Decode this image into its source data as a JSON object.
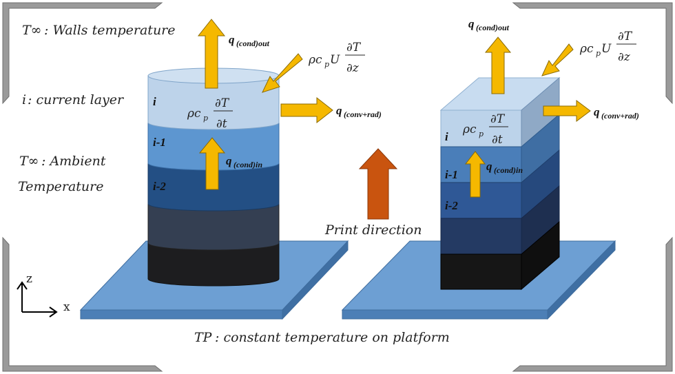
{
  "legend": {
    "walls_sym": "T∞",
    "walls_text": ": Walls temperature",
    "layer_sym": "i",
    "layer_text": ": current layer",
    "ambient_sym": "T∞",
    "ambient_text": ": Ambient",
    "ambient_text2": "Temperature",
    "platform_sym": "TP",
    "platform_text": ": constant temperature on platform",
    "print_direction": "Print direction"
  },
  "left_model": {
    "layers": [
      "i",
      "i-1",
      "i-2"
    ],
    "q_out": "q",
    "q_out_sub": "(cond)out",
    "q_in": "q",
    "q_in_sub": "(cond)in",
    "q_conv": "q",
    "q_conv_sub": "(conv+rad)",
    "storage_term": "ρcp ∂T/∂t",
    "advection_term": "ρcpU ∂T/∂z"
  },
  "right_model": {
    "layers": [
      "i",
      "i-1",
      "i-2"
    ],
    "q_out": "q",
    "q_out_sub": "(cond)out",
    "q_in": "q",
    "q_in_sub": "(cond)in",
    "q_conv": "q",
    "q_conv_sub": "(conv+rad)"
  },
  "axes": {
    "z": "z",
    "x": "x"
  },
  "colors": {
    "arrow": "#f5b800",
    "arrow_edge": "#8a6a00",
    "print_arrow": "#c9540f",
    "platform": "#6a9fd2",
    "layer_top": "#bcd3ea",
    "layer_2": "#5b93cf",
    "layer_3": "#235086",
    "layer_4": "#343e50",
    "layer_base": "#1c1c1e",
    "frame": "#8f8f8f"
  }
}
